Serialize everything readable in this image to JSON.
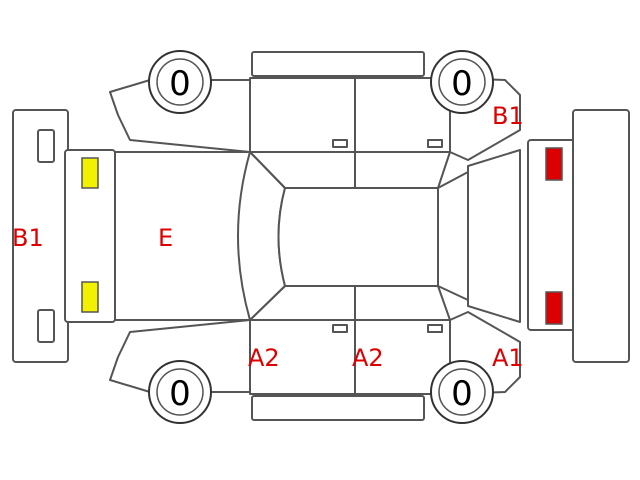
{
  "colors": {
    "outline": "#555555",
    "damage_code": "#dd0000",
    "front_lamp": "#f2f200",
    "rear_lamp": "#dd0000"
  },
  "tires": {
    "front_left": "0",
    "rear_left": "0",
    "front_right": "0",
    "rear_right": "0"
  },
  "damage_codes": {
    "front_bumper": "B1",
    "hood": "E",
    "rear_left_fender": "B1",
    "front_right_door": "A2",
    "rear_right_door": "A2",
    "rear_right_fender": "A1"
  }
}
